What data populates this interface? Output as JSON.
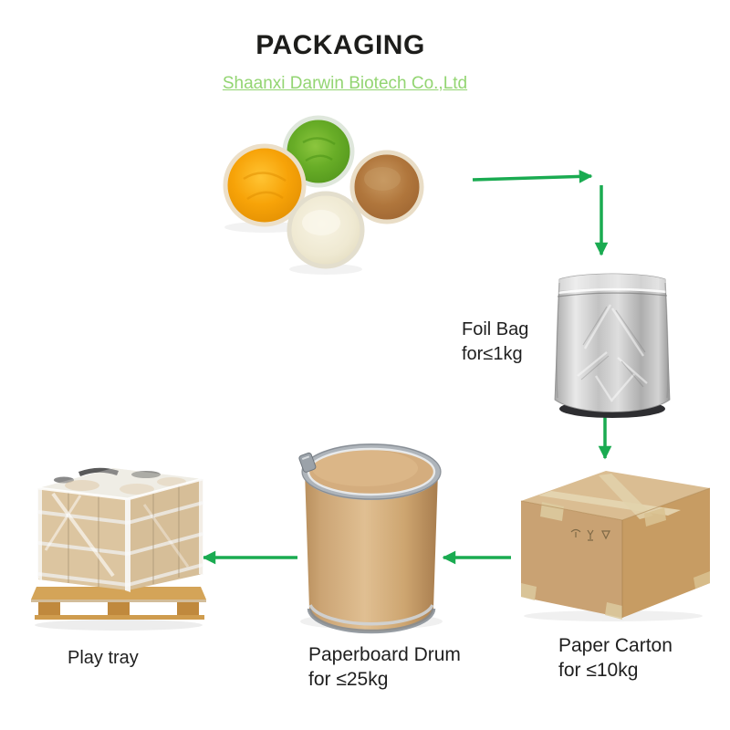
{
  "header": {
    "title": "PACKAGING",
    "company_link": "Shaanxi Darwin Biotech Co.,Ltd"
  },
  "products": {
    "name": "powder samples",
    "bowls": [
      "orange powder",
      "green powder",
      "brown powder",
      "white powder"
    ]
  },
  "steps": {
    "foil_bag": {
      "title": "Foil Bag",
      "capacity": "for≤1kg"
    },
    "carton": {
      "title": "Paper Carton",
      "capacity": "for ≤10kg"
    },
    "drum": {
      "title": "Paperboard Drum",
      "capacity": "for ≤25kg"
    },
    "pallet": {
      "title": "Play tray"
    }
  },
  "colors": {
    "arrow": "#1aab51",
    "link": "#93d572",
    "title": "#1d1d1b",
    "label": "#1f1f1f"
  }
}
